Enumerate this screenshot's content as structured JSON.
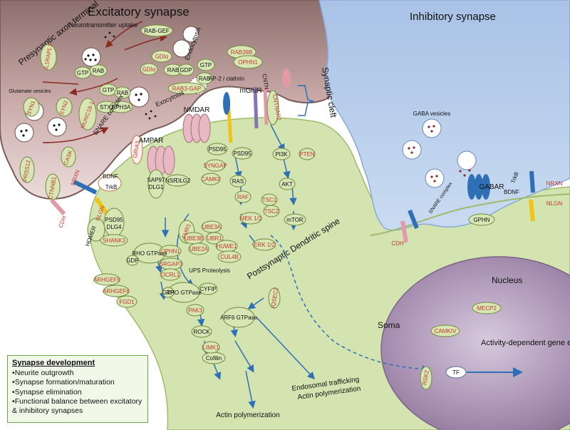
{
  "regions": {
    "excitatory_synapse": "Excitatory synapse",
    "inhibitory_synapse": "Inhibitory synapse",
    "presynaptic": "Presynaptic axon terminal",
    "synaptic_cleft": "Synaptic cleft",
    "postsynaptic_spine": "Postsynaptic Dendritic spine",
    "soma": "Soma",
    "nucleus": "Nucleus"
  },
  "presynaptic_labels": {
    "neurotransmitter_uptake": "Neurotransmitter uptake",
    "glutamate_vesicles": "Glutamate vesicles",
    "endocytosis": "Endocytosis",
    "exocytosis": "Exocytosis",
    "snare_complex": "SNARE complex",
    "clathrin": "AP-2 / clathrin"
  },
  "proteins_red": [
    "IL1RAPL1",
    "SYN1",
    "SYN2",
    "MUNC18-1",
    "PRSS12",
    "CTNNB1",
    "CASK",
    "RAB39B",
    "OPHN1",
    "GDIα",
    "GDIα",
    "RAB3-GAP",
    "CNTNAP2",
    "GRIA3",
    "SYNGAP",
    "CAMKII",
    "SHANK3",
    "OPHN1",
    "SRGAP3",
    "OCRL1",
    "ARHGEF9",
    "ARHGEF6",
    "FGD1",
    "PAK3",
    "LIMK1",
    "IQSEC2",
    "FMR1",
    "UBE3A",
    "UBE3B",
    "UBR1",
    "HUWE1",
    "UBE2A",
    "CUL4B",
    "RAF",
    "MEK 1/2",
    "ERK 1/2",
    "TSC1",
    "TSC2",
    "PTEN",
    "MECP2",
    "CAMKIV",
    "RSK2",
    "NRXN",
    "NLGN",
    "CDH"
  ],
  "proteins_black": [
    "RAB-GEF",
    "RAB",
    "GTP",
    "GDP",
    "STX1",
    "RPH3A",
    "CNTN",
    "mGluR",
    "NMDAR",
    "AMPAR",
    "PSD95",
    "SAP97",
    "DLG1",
    "NSF",
    "DLG2",
    "DLG4",
    "HOMER",
    "BDNF",
    "TrkB",
    "RHO GTPase",
    "ROCK",
    "Cofilin",
    "CYFIP",
    "ARF6 GTPase",
    "RAS",
    "PI3K",
    "AKT",
    "mTOR",
    "GABAR",
    "GPHN",
    "TF"
  ],
  "other_labels": {
    "gaba_vesicles": "GABA vesicles",
    "ups": "UPS Proteolysis",
    "actin1": "Actin polymerization",
    "endosomal": "Endosomal trafficking",
    "actin2": "Actin polymerization",
    "activity": "Activity-dependent gene expression"
  },
  "legend": {
    "title": "Synapse development",
    "items": [
      "Neurite outgrowth",
      "Synapse formation/maturation",
      "Synapse elimination",
      "Functional balance between excitatory & inhibitory synapses"
    ]
  }
}
